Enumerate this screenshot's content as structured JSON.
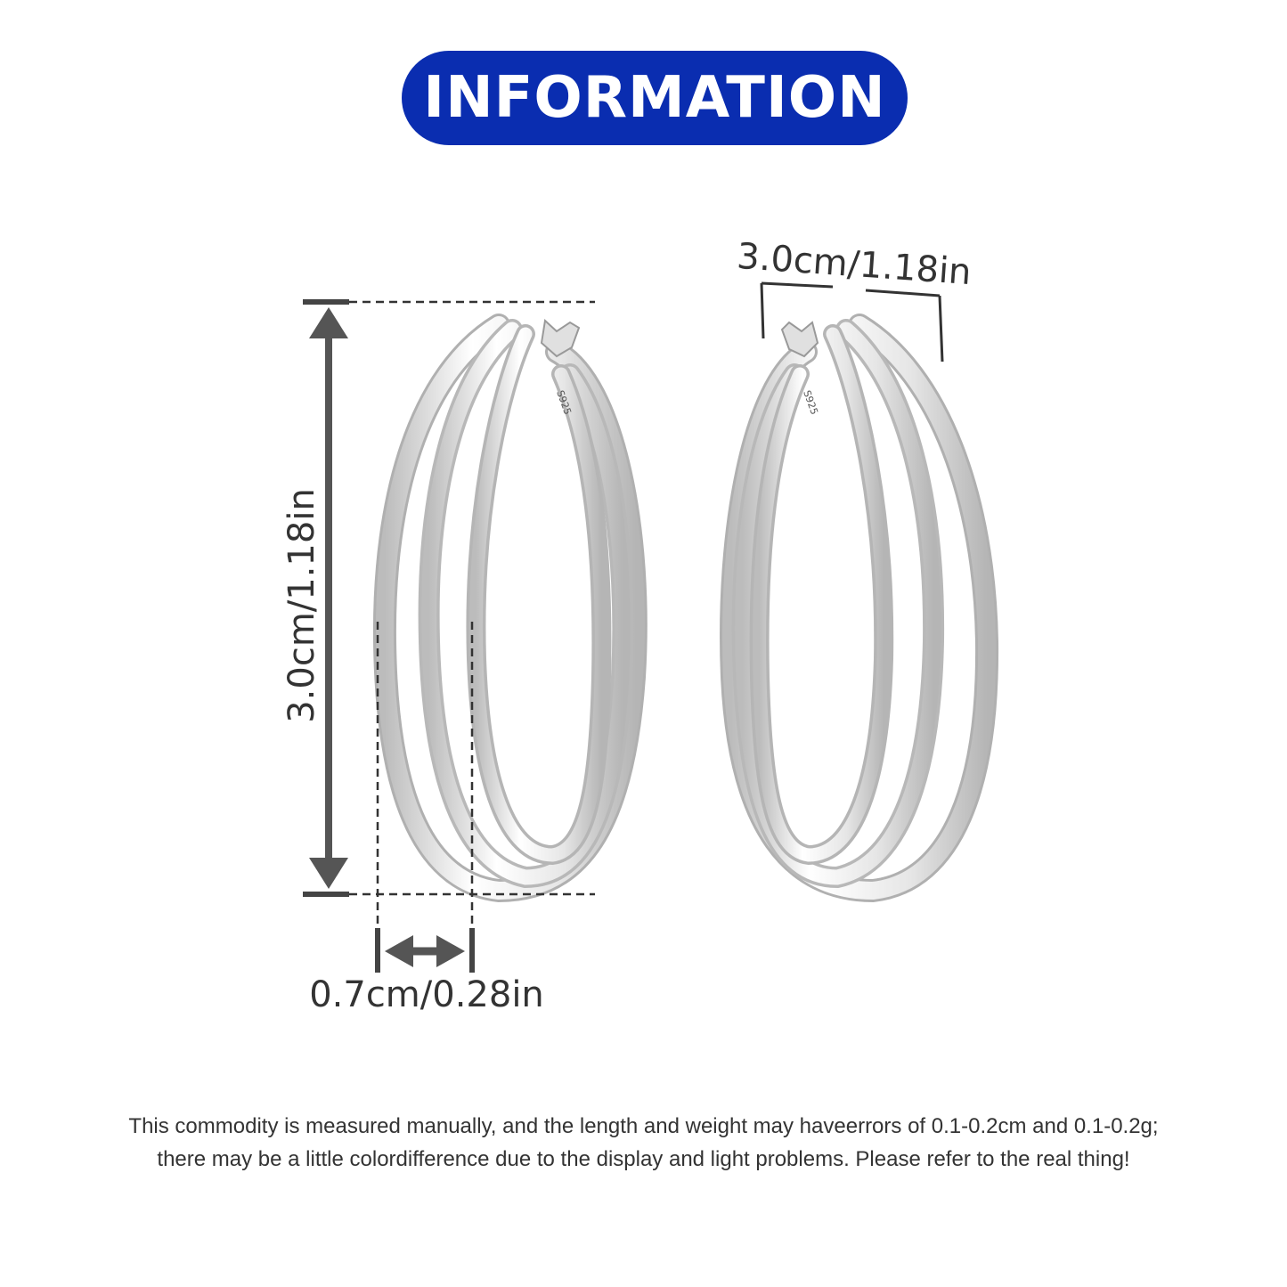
{
  "header": {
    "title": "INFORMATION"
  },
  "dimensions": {
    "height": "3.0cm/1.18in",
    "top_width": "3.0cm/1.18in",
    "thickness": "0.7cm/0.28in"
  },
  "stamp": {
    "mark": "S925"
  },
  "disclaimer": {
    "line1": "This commodity is measured manually, and the length and weight may haveerrors of 0.1-0.2cm and 0.1-0.2g;",
    "line2": "there may be a little colordifference due to the display and light problems. Please refer to the real thing!"
  },
  "colors": {
    "pill": "#0a2db0",
    "annotation": "#444444",
    "metal": "#d9d9d9"
  },
  "icons": [
    "arrow-up-icon",
    "arrow-down-icon",
    "double-arrow-icon"
  ]
}
